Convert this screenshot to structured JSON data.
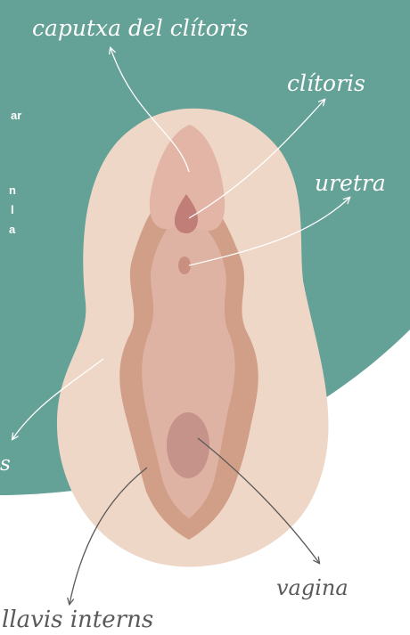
{
  "labels": {
    "clitoral_hood": "caputxa del clítoris",
    "clitoris": "clítoris",
    "urethra": "uretra",
    "vagina": "vagina",
    "inner_labia": "llavis interns",
    "outer_labia_fragment": "s"
  },
  "cropped_text": {
    "line1": "ar",
    "line2": "n",
    "line3": "l",
    "line4": "a"
  },
  "colors": {
    "background_teal": "#64a196",
    "outer_skin": "#efd7c7",
    "inner_labia": "#d19f87",
    "inner_core": "#dfb3a4",
    "clitoral_hood": "#e3b5a6",
    "clitoris": "#c17d78",
    "vagina": "#c59389",
    "arrows_on_teal": "#ffffff",
    "arrows_on_white": "#5a5a5a"
  }
}
